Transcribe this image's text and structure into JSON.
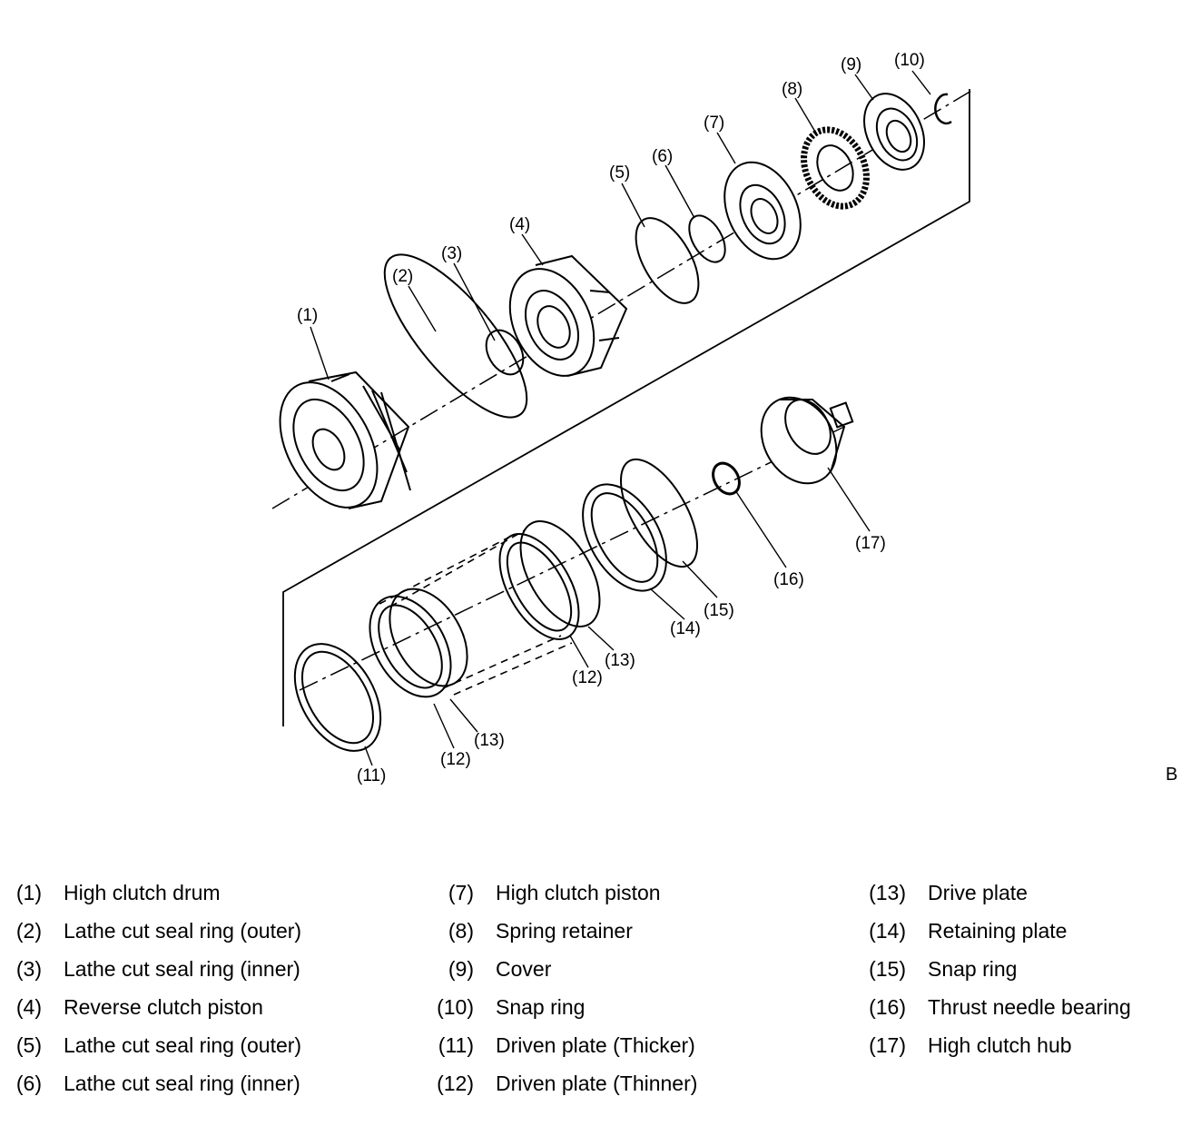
{
  "diagram": {
    "callouts": [
      "(1)",
      "(2)",
      "(3)",
      "(4)",
      "(5)",
      "(6)",
      "(7)",
      "(8)",
      "(9)",
      "(10)",
      "(11)",
      "(12)",
      "(13)",
      "(12)",
      "(13)",
      "(14)",
      "(15)",
      "(16)",
      "(17)"
    ],
    "edge_mark": "B"
  },
  "legend": {
    "col1": [
      {
        "num": "(1)",
        "label": "High clutch drum"
      },
      {
        "num": "(2)",
        "label": "Lathe cut seal ring (outer)"
      },
      {
        "num": "(3)",
        "label": "Lathe cut seal ring (inner)"
      },
      {
        "num": "(4)",
        "label": "Reverse clutch piston"
      },
      {
        "num": "(5)",
        "label": "Lathe cut seal ring (outer)"
      },
      {
        "num": "(6)",
        "label": "Lathe cut seal ring (inner)"
      }
    ],
    "col2": [
      {
        "num": "(7)",
        "label": "High clutch piston"
      },
      {
        "num": "(8)",
        "label": "Spring retainer"
      },
      {
        "num": "(9)",
        "label": "Cover"
      },
      {
        "num": "(10)",
        "label": "Snap ring"
      },
      {
        "num": "(11)",
        "label": "Driven plate (Thicker)"
      },
      {
        "num": "(12)",
        "label": "Driven plate (Thinner)"
      }
    ],
    "col3": [
      {
        "num": "(13)",
        "label": "Drive plate"
      },
      {
        "num": "(14)",
        "label": "Retaining plate"
      },
      {
        "num": "(15)",
        "label": "Snap ring"
      },
      {
        "num": "(16)",
        "label": "Thrust needle bearing"
      },
      {
        "num": "(17)",
        "label": "High clutch hub"
      }
    ]
  }
}
